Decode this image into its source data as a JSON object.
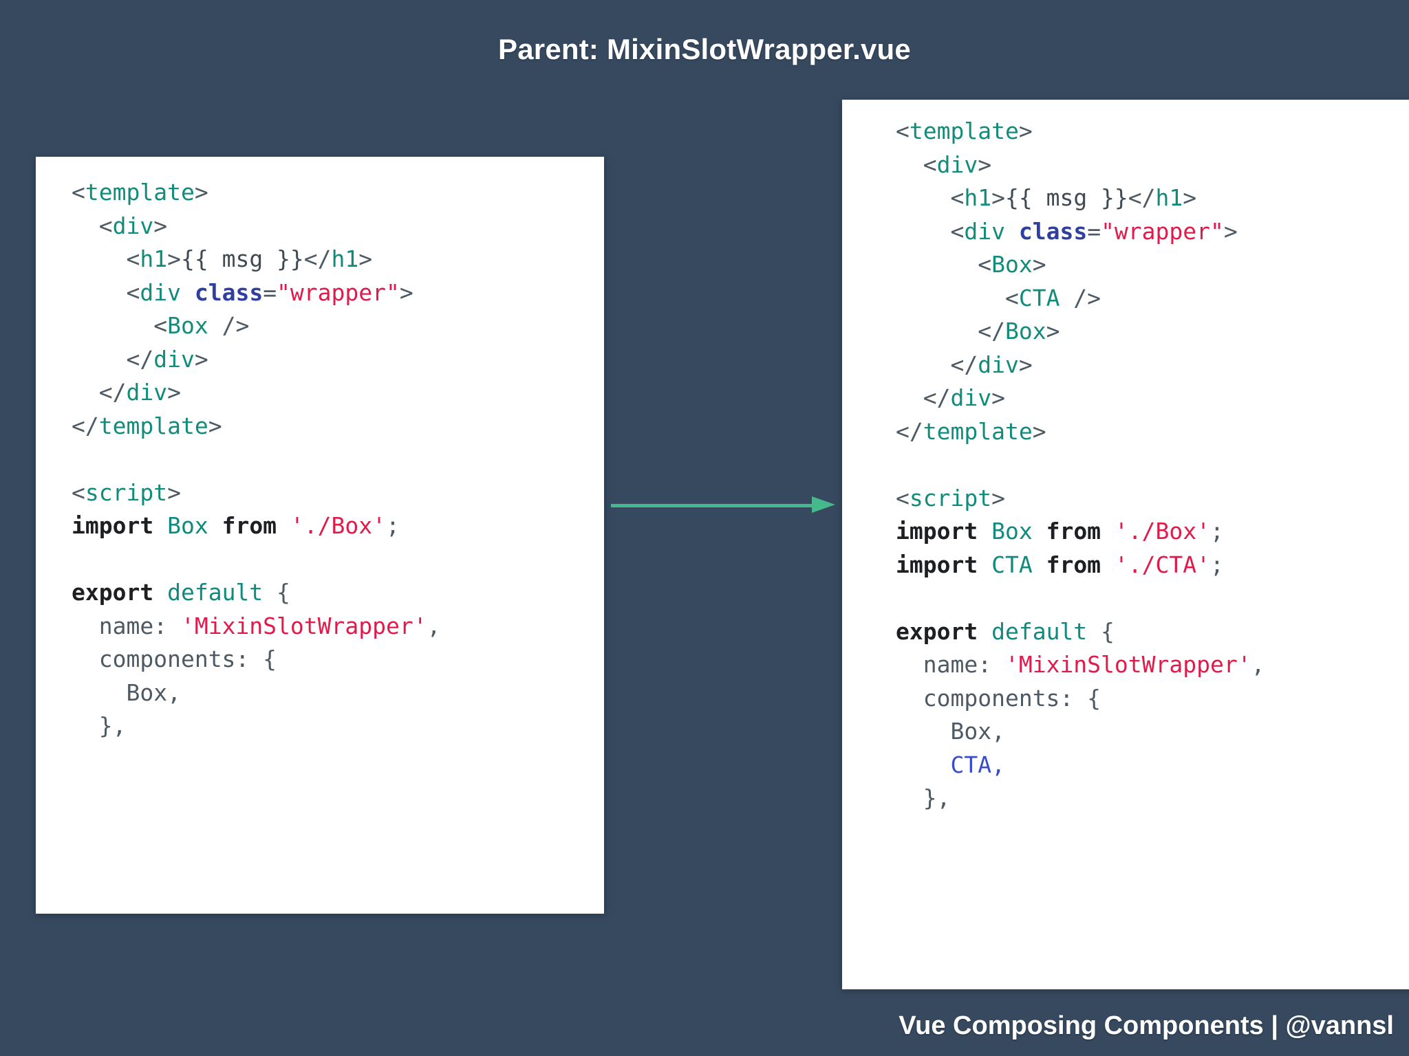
{
  "slide": {
    "background_color": "#36495f",
    "title": "Parent: MixinSlotWrapper.vue",
    "footer": "Vue Composing Components | @vannsl"
  },
  "arrow": {
    "name": "transformation-arrow",
    "direction": "right",
    "color": "#45b98b"
  },
  "colors": {
    "background": "#36495f",
    "card": "#ffffff",
    "tag": "#128c7a",
    "attribute": "#2f3f9e",
    "string": "#e01b4c",
    "keyword": "#1d1f22",
    "plain": "#4d5a63",
    "highlight_new": "#3b4cca",
    "arrow": "#45b98b"
  },
  "left_card": {
    "name": "before-code-card",
    "language": "vue",
    "code_text": "<template>\n  <div>\n    <h1>{{ msg }}</h1>\n    <div class=\"wrapper\">\n      <Box />\n    </div>\n  </div>\n</template>\n\n<script>\nimport Box from './Box';\n\nexport default {\n  name: 'MixinSlotWrapper',\n  components: {\n    Box,\n  },",
    "lines": [
      {
        "indent": 0,
        "tokens": [
          {
            "t": "punct",
            "v": "<"
          },
          {
            "t": "tag",
            "v": "template"
          },
          {
            "t": "punct",
            "v": ">"
          }
        ]
      },
      {
        "indent": 1,
        "tokens": [
          {
            "t": "punct",
            "v": "<"
          },
          {
            "t": "tag",
            "v": "div"
          },
          {
            "t": "punct",
            "v": ">"
          }
        ]
      },
      {
        "indent": 2,
        "tokens": [
          {
            "t": "punct",
            "v": "<"
          },
          {
            "t": "tag",
            "v": "h1"
          },
          {
            "t": "punct",
            "v": ">"
          },
          {
            "t": "mustache",
            "v": "{{ msg }}"
          },
          {
            "t": "punct",
            "v": "</"
          },
          {
            "t": "tag",
            "v": "h1"
          },
          {
            "t": "punct",
            "v": ">"
          }
        ]
      },
      {
        "indent": 2,
        "tokens": [
          {
            "t": "punct",
            "v": "<"
          },
          {
            "t": "tag",
            "v": "div"
          },
          {
            "t": "plain",
            "v": " "
          },
          {
            "t": "attr",
            "v": "class"
          },
          {
            "t": "punct",
            "v": "="
          },
          {
            "t": "str",
            "v": "\"wrapper\""
          },
          {
            "t": "punct",
            "v": ">"
          }
        ]
      },
      {
        "indent": 3,
        "tokens": [
          {
            "t": "punct",
            "v": "<"
          },
          {
            "t": "tag",
            "v": "Box"
          },
          {
            "t": "punct",
            "v": " />"
          }
        ]
      },
      {
        "indent": 2,
        "tokens": [
          {
            "t": "punct",
            "v": "</"
          },
          {
            "t": "tag",
            "v": "div"
          },
          {
            "t": "punct",
            "v": ">"
          }
        ]
      },
      {
        "indent": 1,
        "tokens": [
          {
            "t": "punct",
            "v": "</"
          },
          {
            "t": "tag",
            "v": "div"
          },
          {
            "t": "punct",
            "v": ">"
          }
        ]
      },
      {
        "indent": 0,
        "tokens": [
          {
            "t": "punct",
            "v": "</"
          },
          {
            "t": "tag",
            "v": "template"
          },
          {
            "t": "punct",
            "v": ">"
          }
        ]
      },
      {
        "indent": 0,
        "tokens": []
      },
      {
        "indent": 0,
        "tokens": [
          {
            "t": "punct",
            "v": "<"
          },
          {
            "t": "tag",
            "v": "script"
          },
          {
            "t": "punct",
            "v": ">"
          }
        ]
      },
      {
        "indent": 0,
        "tokens": [
          {
            "t": "kw",
            "v": "import"
          },
          {
            "t": "plain",
            "v": " "
          },
          {
            "t": "ident",
            "v": "Box"
          },
          {
            "t": "plain",
            "v": " "
          },
          {
            "t": "kw",
            "v": "from"
          },
          {
            "t": "plain",
            "v": " "
          },
          {
            "t": "str",
            "v": "'./Box'"
          },
          {
            "t": "plain",
            "v": ";"
          }
        ]
      },
      {
        "indent": 0,
        "tokens": []
      },
      {
        "indent": 0,
        "tokens": [
          {
            "t": "kw",
            "v": "export"
          },
          {
            "t": "plain",
            "v": " "
          },
          {
            "t": "ident",
            "v": "default"
          },
          {
            "t": "plain",
            "v": " {"
          }
        ]
      },
      {
        "indent": 1,
        "tokens": [
          {
            "t": "plain",
            "v": "name: "
          },
          {
            "t": "str",
            "v": "'MixinSlotWrapper'"
          },
          {
            "t": "plain",
            "v": ","
          }
        ]
      },
      {
        "indent": 1,
        "tokens": [
          {
            "t": "plain",
            "v": "components: {"
          }
        ]
      },
      {
        "indent": 2,
        "tokens": [
          {
            "t": "plain",
            "v": "Box,"
          }
        ]
      },
      {
        "indent": 1,
        "tokens": [
          {
            "t": "plain",
            "v": "},"
          }
        ]
      }
    ]
  },
  "right_card": {
    "name": "after-code-card",
    "language": "vue",
    "code_text": "<template>\n  <div>\n    <h1>{{ msg }}</h1>\n    <div class=\"wrapper\">\n      <Box>\n        <CTA />\n      </Box>\n    </div>\n  </div>\n</template>\n\n<script>\nimport Box from './Box';\nimport CTA from './CTA';\n\nexport default {\n  name: 'MixinSlotWrapper',\n  components: {\n    Box,\n    CTA,\n  },",
    "lines": [
      {
        "indent": 0,
        "tokens": [
          {
            "t": "punct",
            "v": "<"
          },
          {
            "t": "tag",
            "v": "template"
          },
          {
            "t": "punct",
            "v": ">"
          }
        ]
      },
      {
        "indent": 1,
        "tokens": [
          {
            "t": "punct",
            "v": "<"
          },
          {
            "t": "tag",
            "v": "div"
          },
          {
            "t": "punct",
            "v": ">"
          }
        ]
      },
      {
        "indent": 2,
        "tokens": [
          {
            "t": "punct",
            "v": "<"
          },
          {
            "t": "tag",
            "v": "h1"
          },
          {
            "t": "punct",
            "v": ">"
          },
          {
            "t": "mustache",
            "v": "{{ msg }}"
          },
          {
            "t": "punct",
            "v": "</"
          },
          {
            "t": "tag",
            "v": "h1"
          },
          {
            "t": "punct",
            "v": ">"
          }
        ]
      },
      {
        "indent": 2,
        "tokens": [
          {
            "t": "punct",
            "v": "<"
          },
          {
            "t": "tag",
            "v": "div"
          },
          {
            "t": "plain",
            "v": " "
          },
          {
            "t": "attr",
            "v": "class"
          },
          {
            "t": "punct",
            "v": "="
          },
          {
            "t": "str",
            "v": "\"wrapper\""
          },
          {
            "t": "punct",
            "v": ">"
          }
        ]
      },
      {
        "indent": 3,
        "tokens": [
          {
            "t": "punct",
            "v": "<"
          },
          {
            "t": "tag",
            "v": "Box"
          },
          {
            "t": "punct",
            "v": ">"
          }
        ]
      },
      {
        "indent": 4,
        "tokens": [
          {
            "t": "punct",
            "v": "<"
          },
          {
            "t": "tag",
            "v": "CTA"
          },
          {
            "t": "punct",
            "v": " />"
          }
        ]
      },
      {
        "indent": 3,
        "tokens": [
          {
            "t": "punct",
            "v": "</"
          },
          {
            "t": "tag",
            "v": "Box"
          },
          {
            "t": "punct",
            "v": ">"
          }
        ]
      },
      {
        "indent": 2,
        "tokens": [
          {
            "t": "punct",
            "v": "</"
          },
          {
            "t": "tag",
            "v": "div"
          },
          {
            "t": "punct",
            "v": ">"
          }
        ]
      },
      {
        "indent": 1,
        "tokens": [
          {
            "t": "punct",
            "v": "</"
          },
          {
            "t": "tag",
            "v": "div"
          },
          {
            "t": "punct",
            "v": ">"
          }
        ]
      },
      {
        "indent": 0,
        "tokens": [
          {
            "t": "punct",
            "v": "</"
          },
          {
            "t": "tag",
            "v": "template"
          },
          {
            "t": "punct",
            "v": ">"
          }
        ]
      },
      {
        "indent": 0,
        "tokens": []
      },
      {
        "indent": 0,
        "tokens": [
          {
            "t": "punct",
            "v": "<"
          },
          {
            "t": "tag",
            "v": "script"
          },
          {
            "t": "punct",
            "v": ">"
          }
        ]
      },
      {
        "indent": 0,
        "tokens": [
          {
            "t": "kw",
            "v": "import"
          },
          {
            "t": "plain",
            "v": " "
          },
          {
            "t": "ident",
            "v": "Box"
          },
          {
            "t": "plain",
            "v": " "
          },
          {
            "t": "kw",
            "v": "from"
          },
          {
            "t": "plain",
            "v": " "
          },
          {
            "t": "str",
            "v": "'./Box'"
          },
          {
            "t": "plain",
            "v": ";"
          }
        ]
      },
      {
        "indent": 0,
        "tokens": [
          {
            "t": "kw",
            "v": "import"
          },
          {
            "t": "plain",
            "v": " "
          },
          {
            "t": "ident",
            "v": "CTA"
          },
          {
            "t": "plain",
            "v": " "
          },
          {
            "t": "kw",
            "v": "from"
          },
          {
            "t": "plain",
            "v": " "
          },
          {
            "t": "str",
            "v": "'./CTA'"
          },
          {
            "t": "plain",
            "v": ";"
          }
        ]
      },
      {
        "indent": 0,
        "tokens": []
      },
      {
        "indent": 0,
        "tokens": [
          {
            "t": "kw",
            "v": "export"
          },
          {
            "t": "plain",
            "v": " "
          },
          {
            "t": "ident",
            "v": "default"
          },
          {
            "t": "plain",
            "v": " {"
          }
        ]
      },
      {
        "indent": 1,
        "tokens": [
          {
            "t": "plain",
            "v": "name: "
          },
          {
            "t": "str",
            "v": "'MixinSlotWrapper'"
          },
          {
            "t": "plain",
            "v": ","
          }
        ]
      },
      {
        "indent": 1,
        "tokens": [
          {
            "t": "plain",
            "v": "components: {"
          }
        ]
      },
      {
        "indent": 2,
        "tokens": [
          {
            "t": "plain",
            "v": "Box,"
          }
        ]
      },
      {
        "indent": 2,
        "tokens": [
          {
            "t": "new",
            "v": "CTA,"
          }
        ]
      },
      {
        "indent": 1,
        "tokens": [
          {
            "t": "plain",
            "v": "},"
          }
        ]
      }
    ]
  }
}
